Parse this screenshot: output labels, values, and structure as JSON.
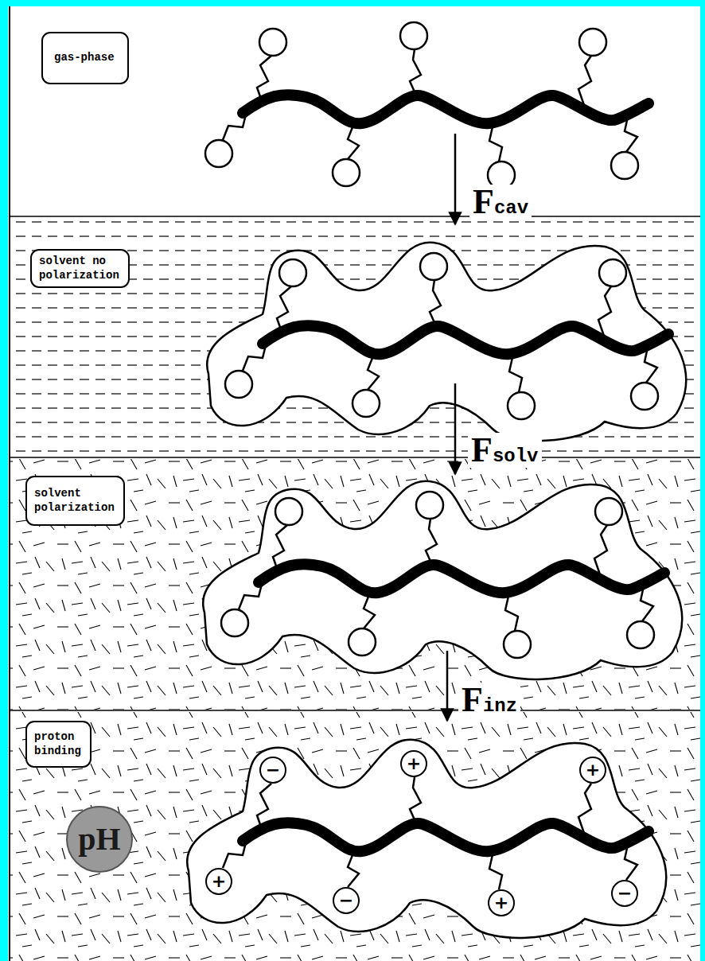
{
  "diagram": {
    "nodes": [
      {
        "text": [
          "gas-phase"
        ]
      },
      {
        "text": [
          "solvent no polarization"
        ]
      },
      {
        "text": [
          "solvent polarization"
        ]
      },
      {
        "text": [
          "proton binding"
        ]
      },
      {
        "text": [
          "−"
        ]
      },
      {
        "text": [
          "+"
        ]
      },
      {
        "text": [
          "+"
        ]
      },
      {
        "text": [
          "pH"
        ]
      },
      {
        "text": [
          "+"
        ]
      },
      {
        "text": [
          "−"
        ]
      },
      {
        "text": [
          "+"
        ]
      },
      {
        "text": [
          "−"
        ]
      }
    ],
    "labels": [
      "Fcav",
      "Fsolv",
      "Finz"
    ]
  }
}
